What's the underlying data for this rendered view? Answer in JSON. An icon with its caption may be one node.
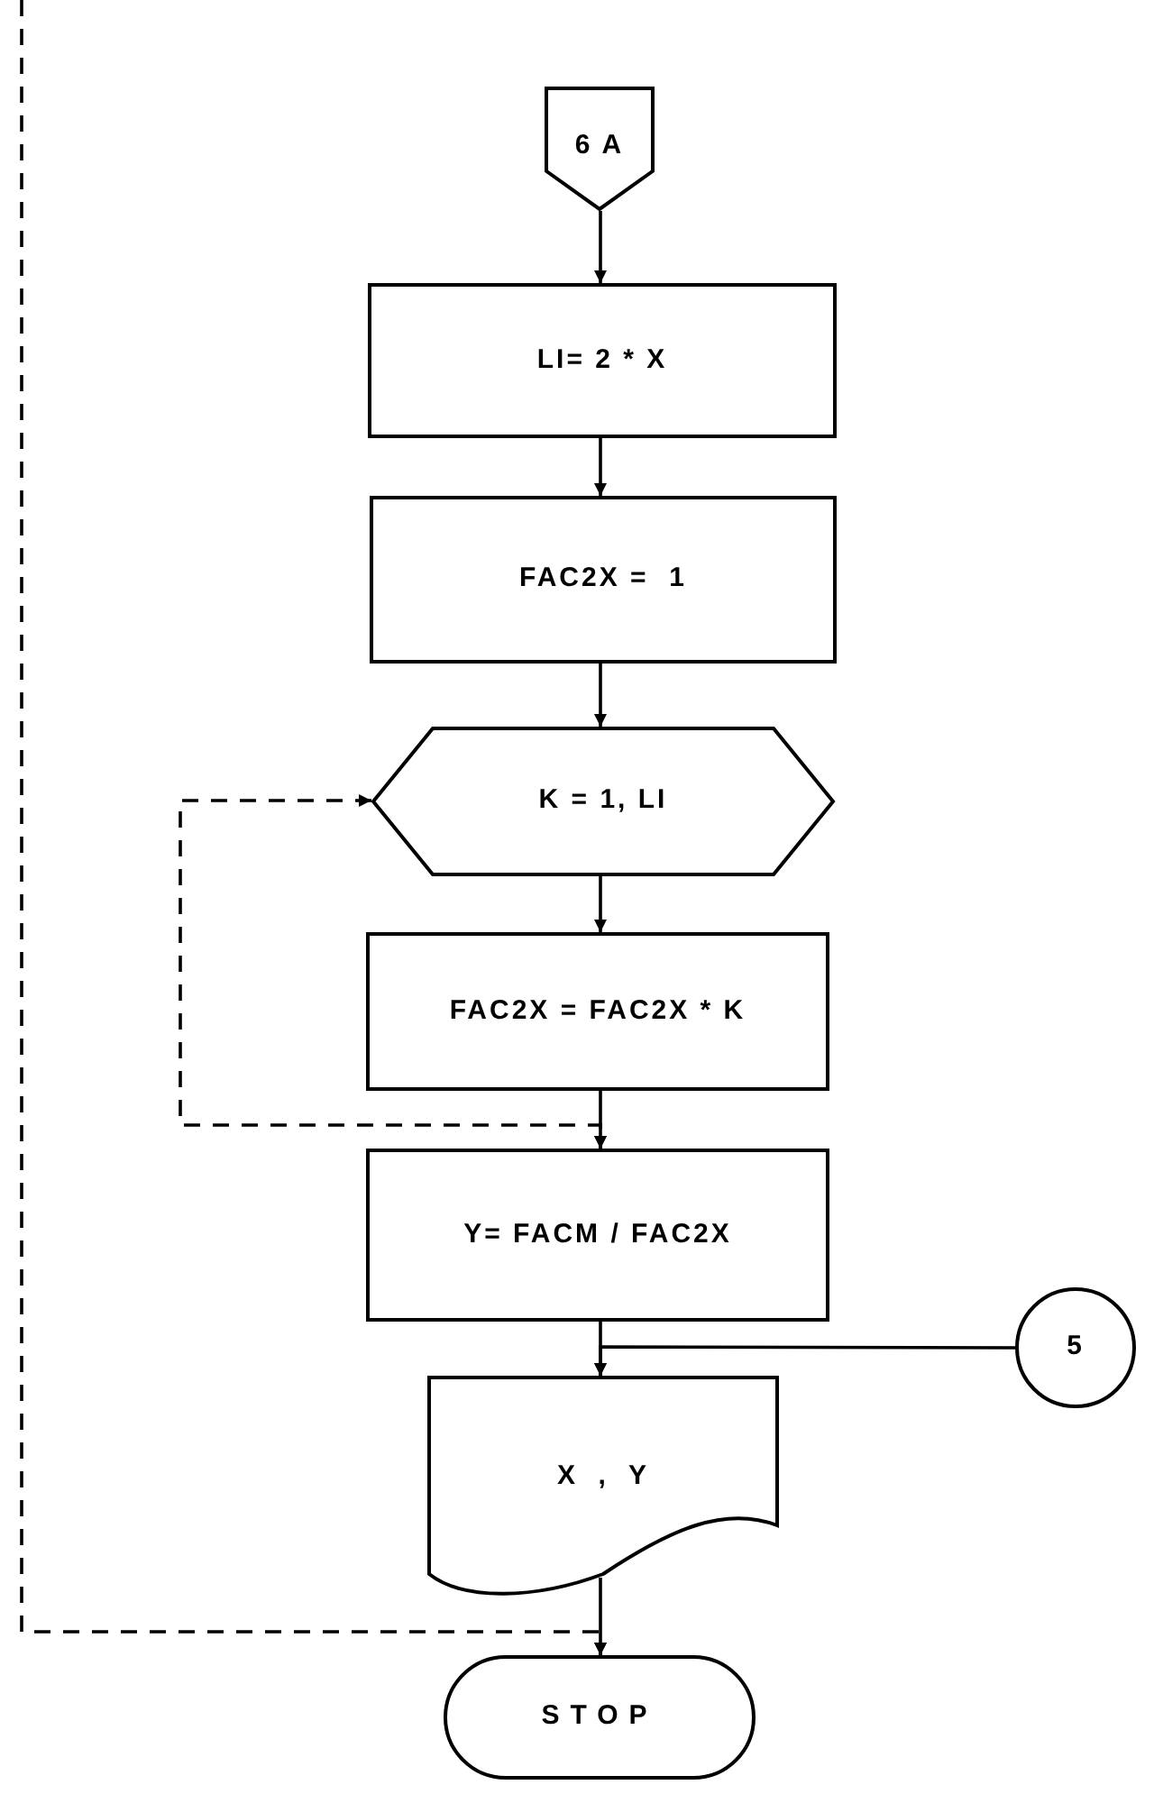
{
  "diagram": {
    "nodes": [
      {
        "text": [
          "6 A"
        ]
      },
      {
        "text": [
          "LI= 2 * X"
        ]
      },
      {
        "text": [
          "FAC2X =  1"
        ]
      },
      {
        "text": [
          "K = 1, LI"
        ]
      },
      {
        "text": [
          "FAC2X = FAC2X * K"
        ]
      },
      {
        "text": [
          "Y= FACM / FAC2X"
        ]
      },
      {
        "text": [
          "5"
        ]
      },
      {
        "text": [
          "X  ,  Y"
        ]
      },
      {
        "text": [
          "STOP"
        ]
      }
    ],
    "edges": [
      {
        "from": 0,
        "to": 1,
        "arrow": "to"
      },
      {
        "from": 1,
        "to": 2,
        "arrow": "to"
      },
      {
        "from": 2,
        "to": 3,
        "arrow": "to"
      },
      {
        "from": 3,
        "to": 4,
        "arrow": "to"
      },
      {
        "from": 4,
        "to": 5,
        "arrow": "to"
      },
      {
        "from": 3,
        "to": 5,
        "arrow": "both",
        "style": "dashed"
      },
      {
        "from": 5,
        "to": 7,
        "arrow": "to"
      },
      {
        "from": 6,
        "to": 7,
        "arrow": "to"
      },
      {
        "from": 7,
        "to": 8,
        "arrow": "to"
      },
      {
        "from": null,
        "to": 8,
        "arrow": "to",
        "style": "dashed"
      }
    ]
  }
}
